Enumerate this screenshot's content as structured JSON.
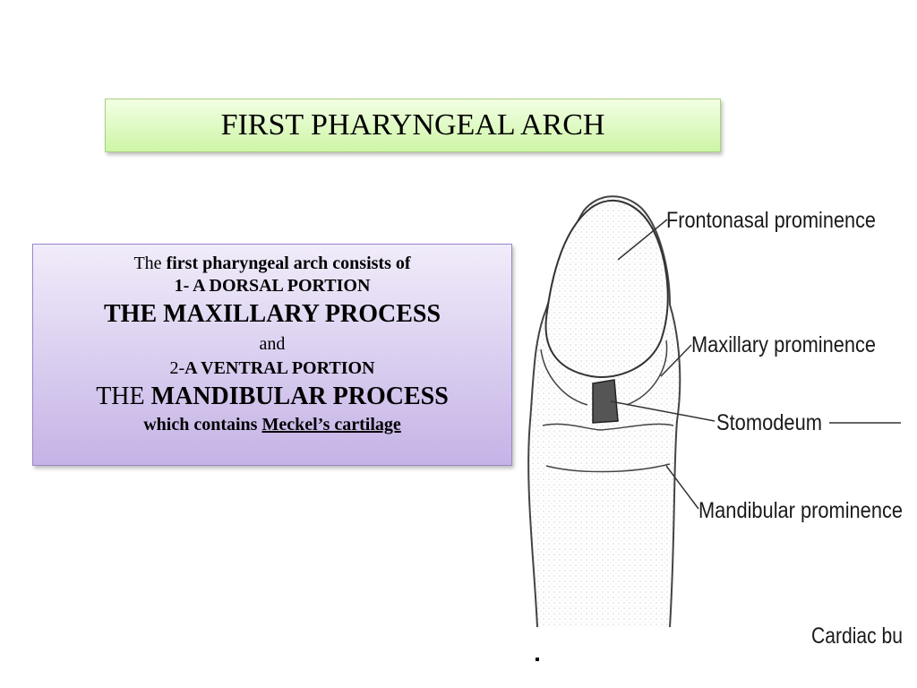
{
  "title": "FIRST PHARYNGEAL ARCH",
  "info": {
    "line1_pre": "The ",
    "line1_bold": "first pharyngeal arch consists of",
    "line2": "1- A DORSAL PORTION",
    "line3": "THE MAXILLARY PROCESS",
    "line4": "and",
    "line5_pre": "2-",
    "line5_bold": "A VENTRAL PORTION",
    "line6_pre": "THE ",
    "line6_bold": "MANDIBULAR PROCESS",
    "line7_pre": "which contains ",
    "line7_link": "Meckel’s cartilage"
  },
  "figure": {
    "labels": {
      "frontonasal": "Frontonasal prominence",
      "maxillary": "Maxillary prominence",
      "stomodeum": "Stomodeum",
      "mandibular": "Mandibular prominence",
      "cardiac": "Cardiac bu"
    }
  }
}
